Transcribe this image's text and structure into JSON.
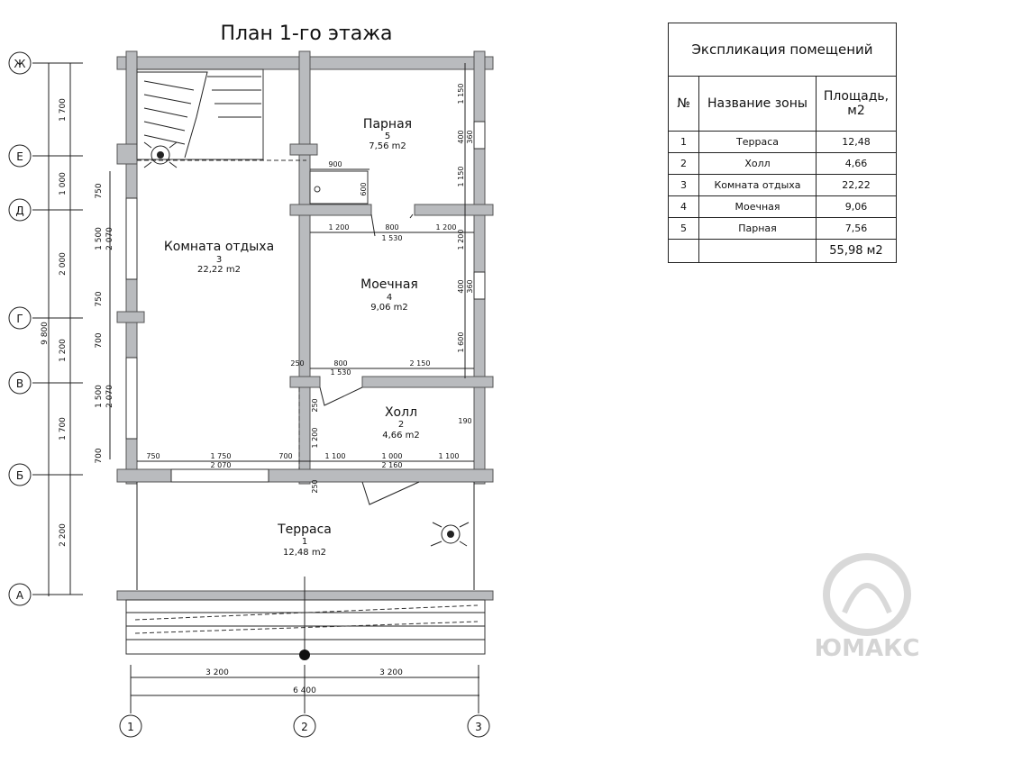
{
  "plan": {
    "title": "План 1-го этажа",
    "axes_letters": [
      "Ж",
      "Е",
      "Д",
      "Г",
      "В",
      "Б",
      "А"
    ],
    "axes_numbers": [
      "1",
      "2",
      "3"
    ],
    "left_dims_outer": [
      "1 700",
      "1 000",
      "2 000",
      "1 200",
      "1 700",
      "2 200"
    ],
    "left_total": "9 800",
    "left_dims_inner": [
      "750",
      "1 500",
      "2 070",
      "750",
      "700",
      "1 500",
      "2 070",
      "700"
    ],
    "bottom_dims": [
      "3 200",
      "3 200"
    ],
    "bottom_total": "6 400",
    "rooms": [
      {
        "name": "Парная",
        "num": "5",
        "area": "7,56 m2"
      },
      {
        "name": "Комната отдыха",
        "num": "3",
        "area": "22,22 m2"
      },
      {
        "name": "Моечная",
        "num": "4",
        "area": "9,06 m2"
      },
      {
        "name": "Холл",
        "num": "2",
        "area": "4,66 m2"
      },
      {
        "name": "Терраса",
        "num": "1",
        "area": "12,48 m2"
      }
    ],
    "inner_dims": {
      "d900": "900",
      "d600": "600",
      "d1200a": "1 200",
      "d800a": "800",
      "d1200b": "1 200",
      "d1530a": "1 530",
      "r1150a": "1 150",
      "r400a": "400",
      "r360a": "360",
      "r1150b": "1 150",
      "r1200": "1 200",
      "r400b": "400",
      "r360b": "360",
      "r1600": "1 600",
      "d250a": "250",
      "d800b": "800",
      "d2150": "2 150",
      "d1530b": "1 530",
      "v250": "250",
      "v1200": "1 200",
      "r190": "190",
      "b750": "750",
      "b1750": "1 750",
      "b700": "700",
      "b2070": "2 070",
      "b1100a": "1 100",
      "b1000": "1 000",
      "b1100b": "1 100",
      "b2160": "2 160",
      "v250b": "250"
    }
  },
  "explication": {
    "title": "Экспликация помещений",
    "col_num": "№",
    "col_name": "Название зоны",
    "col_area": "Площадь, м2",
    "rows": [
      {
        "n": "1",
        "name": "Терраса",
        "area": "12,48"
      },
      {
        "n": "2",
        "name": "Холл",
        "area": "4,66"
      },
      {
        "n": "3",
        "name": "Комната отдыха",
        "area": "22,22"
      },
      {
        "n": "4",
        "name": "Моечная",
        "area": "9,06"
      },
      {
        "n": "5",
        "name": "Парная",
        "area": "7,56"
      }
    ],
    "total": "55,98 м2"
  },
  "logo": {
    "text": "ЮМАКС"
  }
}
